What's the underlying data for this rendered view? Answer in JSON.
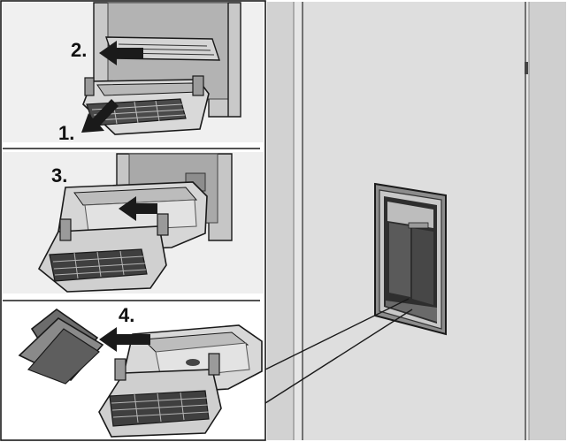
{
  "steps": {
    "s1": "1.",
    "s2": "2.",
    "s3": "3.",
    "s4": "4."
  },
  "colors": {
    "panel_bg": "#f2f2f2",
    "fridge_door": "#dcdcdc",
    "fridge_edge": "#c4c4c4",
    "dark_cavity": "#3a3a3a",
    "tray_fill": "#d8d8d8",
    "tray_dark": "#6e6e6e",
    "outline": "#1a1a1a"
  },
  "icons": {
    "pull_arrow": "arrow-down-left-icon",
    "push_arrow": "arrow-left-icon",
    "mat_removed": "drip-mat-icon"
  }
}
